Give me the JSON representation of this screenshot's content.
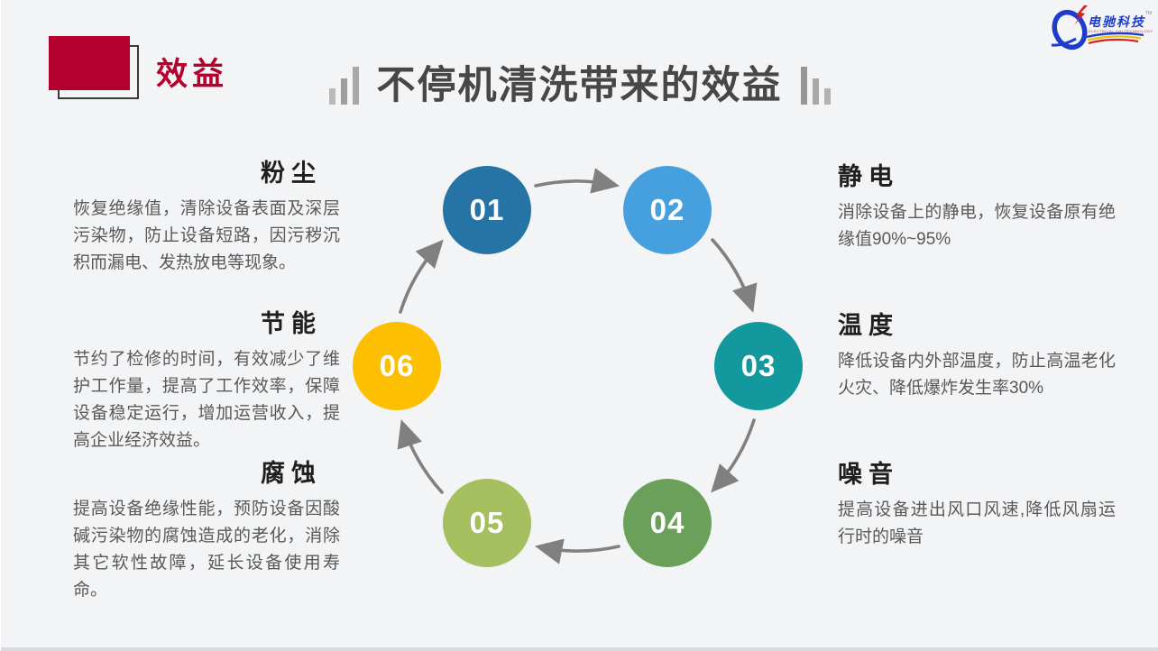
{
  "slide": {
    "section_label": "效益",
    "title": "不停机清洗带来的效益",
    "accent_red": "#b3002d",
    "title_color": "#474747",
    "background": "#f3f4f6"
  },
  "logo": {
    "name": "电驰科技",
    "subtext": "ELECTRICAL CHI TECHNOLOGY",
    "tm": "TM",
    "blue": "#1e3ccc",
    "red": "#d82222",
    "yellow": "#eec200"
  },
  "cycle": {
    "arrow_color": "#808080",
    "steps": [
      {
        "num": "01",
        "color": "#2673A6"
      },
      {
        "num": "02",
        "color": "#46A0DD"
      },
      {
        "num": "03",
        "color": "#13989E"
      },
      {
        "num": "04",
        "color": "#6BA05B"
      },
      {
        "num": "05",
        "color": "#A5BE5E"
      },
      {
        "num": "06",
        "color": "#FCBF02"
      }
    ]
  },
  "benefits": {
    "left": [
      {
        "title": "粉尘",
        "body": "恢复绝缘值，清除设备表面及深层污染物，防止设备短路，因污秽沉积而漏电、发热放电等现象。"
      },
      {
        "title": "节能",
        "body": "节约了检修的时间，有效减少了维护工作量，提高了工作效率，保障设备稳定运行，增加运营收入，提高企业经济效益。"
      },
      {
        "title": "腐蚀",
        "body": "提高设备绝缘性能，预防设备因酸碱污染物的腐蚀造成的老化，消除其它软性故障，延长设备使用寿命。"
      }
    ],
    "right": [
      {
        "title": "静电",
        "body": "消除设备上的静电，恢复设备原有绝缘值90%~95%"
      },
      {
        "title": "温度",
        "body": "降低设备内外部温度，防止高温老化火灾、降低爆炸发生率30%"
      },
      {
        "title": "噪音",
        "body": "提高设备进出风口风速,降低风扇运行时的噪音"
      }
    ]
  }
}
